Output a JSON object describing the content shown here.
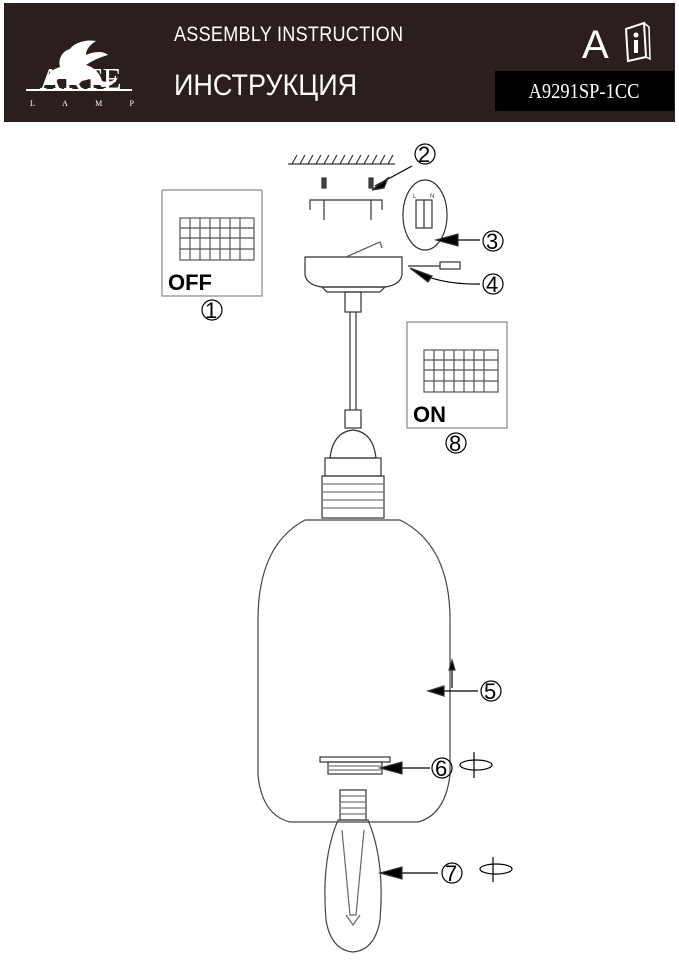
{
  "header": {
    "brand": "ARTE",
    "brand_sub": [
      "L",
      "A",
      "M",
      "P"
    ],
    "title_en": "ASSEMBLY INSTRUCTION",
    "title_ru": "ИНСТРУКЦИЯ",
    "class_letter": "A",
    "model": "A9291SP-1CC",
    "colors": {
      "header_bg": "#2b1f1d",
      "model_bg": "#000000"
    }
  },
  "diagram": {
    "switch_off": {
      "label": "OFF",
      "step": "1"
    },
    "switch_on": {
      "label": "ON",
      "step": "8"
    },
    "steps": [
      "2",
      "3",
      "4",
      "5",
      "6",
      "7"
    ],
    "terminal_labels": {
      "left": "L",
      "right": "N"
    }
  }
}
